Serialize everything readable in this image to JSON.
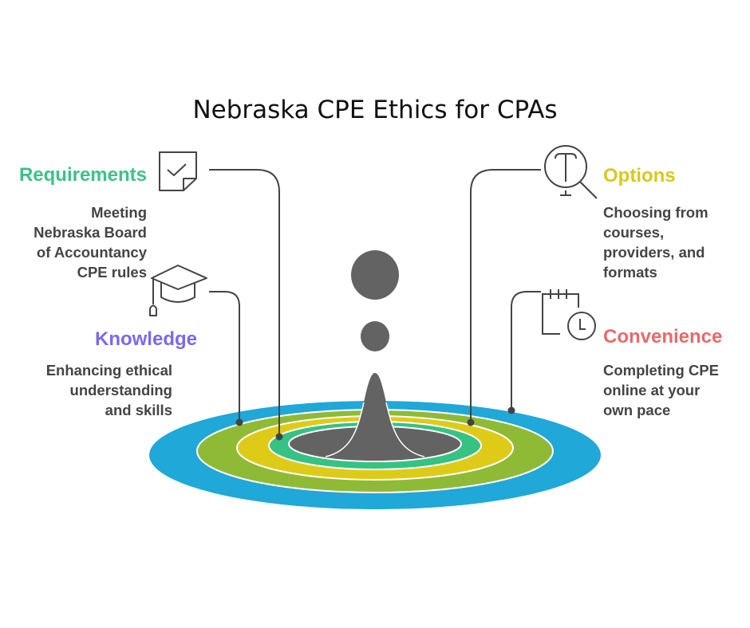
{
  "title": "Nebraska CPE Ethics for CPAs",
  "colors": {
    "ring_outer": "#1fa8d8",
    "ring_2": "#8fba36",
    "ring_3": "#decb18",
    "ring_4": "#35c283",
    "core": "#636363",
    "line": "#444444"
  },
  "items": [
    {
      "id": "requirements",
      "heading": "Requirements",
      "heading_color": "#3cc288",
      "description": [
        "Meeting",
        "Nebraska Board",
        "of Accountancy",
        "CPE rules"
      ],
      "icon": "checklist-document-icon"
    },
    {
      "id": "knowledge",
      "heading": "Knowledge",
      "heading_color": "#7b68ee",
      "description": [
        "Enhancing ethical",
        "understanding",
        "and skills"
      ],
      "icon": "graduation-cap-icon"
    },
    {
      "id": "options",
      "heading": "Options",
      "heading_color": "#d8c81c",
      "description": [
        "Choosing from",
        "courses,",
        "providers, and",
        "formats"
      ],
      "icon": "magnifier-text-icon"
    },
    {
      "id": "convenience",
      "heading": "Convenience",
      "heading_color": "#e86a6a",
      "description": [
        "Completing CPE",
        "online at your",
        "own pace"
      ],
      "icon": "calendar-clock-icon"
    }
  ]
}
